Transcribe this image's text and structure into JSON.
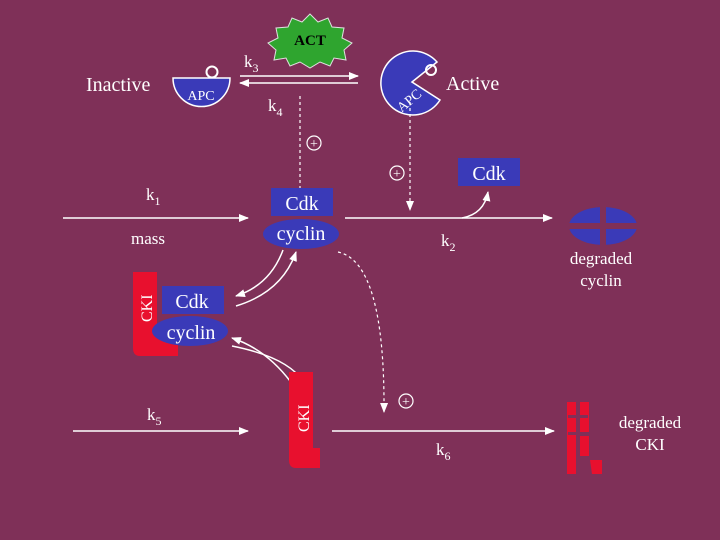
{
  "labels": {
    "act": "ACT",
    "inactive": "Inactive",
    "active": "Active",
    "apc_inactive": "APC",
    "apc_active": "APC",
    "k1": "k",
    "k1_sub": "1",
    "k2": "k",
    "k2_sub": "2",
    "k3": "k",
    "k3_sub": "3",
    "k4": "k",
    "k4_sub": "4",
    "k5": "k",
    "k5_sub": "5",
    "k6": "k",
    "k6_sub": "6",
    "mass": "mass",
    "cdk_center": "Cdk",
    "cyclin_center": "cyclin",
    "cdk_free": "Cdk",
    "cki_trimer": "CKI",
    "cdk_trimer": "Cdk",
    "cyclin_trimer": "cyclin",
    "cki_free": "CKI",
    "degraded_cyclin_1": "degraded",
    "degraded_cyclin_2": "cyclin",
    "degraded_cki_1": "degraded",
    "degraded_cki_2": "CKI",
    "plus": "+"
  },
  "colors": {
    "background": "#7f3058",
    "complex_blue": "#3a3ab8",
    "cki_red": "#e8102e",
    "act_green": "#2fa52f",
    "arrow": "#ffffff"
  }
}
